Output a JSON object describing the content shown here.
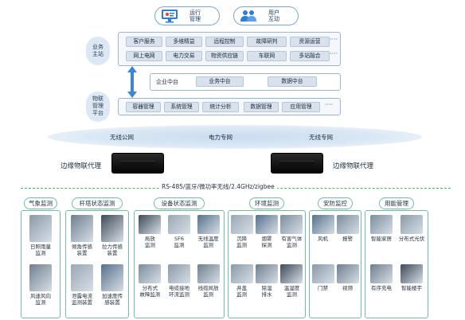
{
  "header": {
    "ops_label": "运行\n管理",
    "user_label": "用户\n互动"
  },
  "side_labels": {
    "business": "业务\n主站",
    "iot": "物联\n管理\n平台"
  },
  "business_rows": [
    [
      "客户服务",
      "多维精益",
      "远程控制",
      "故障研判",
      "资源运营",
      "····"
    ],
    [
      "网上电网",
      "电力交易",
      "物资供应链",
      "车联网",
      "多站融合",
      "····"
    ]
  ],
  "middle_platforms": [
    "企业中台",
    "业务中台",
    "数据中台"
  ],
  "iot_modules": [
    "容器管理",
    "系统管理",
    "统计分析",
    "数据管理",
    "应用管理",
    "····"
  ],
  "networks": [
    "无线公网",
    "电力专网",
    "无线专网"
  ],
  "edge_agent_label": "边缘物联代理",
  "bus_label": "RS-485/蓝牙/微功率无线/2.4GHz/zigbee",
  "groups": [
    {
      "title": "气象监测",
      "items": [
        "日照雨量\n监测",
        "风速风向\n监测"
      ]
    },
    {
      "title": "杆塔状态监测",
      "items": [
        "倾角传感\n装置",
        "拉力传感\n装置",
        "泄露电流\n监测装置",
        "加速度传\n感装置"
      ]
    },
    {
      "title": "设备状态监测",
      "items": [
        "局放\n监测",
        "SF6\n监测",
        "无线温度\n监测",
        "分布式\n故障监测",
        "电缆接地\n环流监测",
        "线缆局放\n监测"
      ]
    },
    {
      "title": "环境监测",
      "items": [
        "沉降\n监测",
        "烟雾\n探测",
        "有害气体\n监测",
        "井盖\n监测",
        "除湿\n排水",
        "温湿度\n监测"
      ]
    },
    {
      "title": "安防监控",
      "items": [
        "风机",
        "报警",
        "门禁",
        "视频"
      ]
    },
    {
      "title": "用能管理",
      "items": [
        "智能家居",
        "分布式光伏",
        "有序充电",
        "智能楼宇"
      ]
    }
  ],
  "colors": {
    "panel_border": "#9db5cf",
    "cell_bg": "#d8e1ec",
    "group_border": "#6fc0a0",
    "bus": "#4caf6a",
    "arrow": "#3b86d8"
  }
}
